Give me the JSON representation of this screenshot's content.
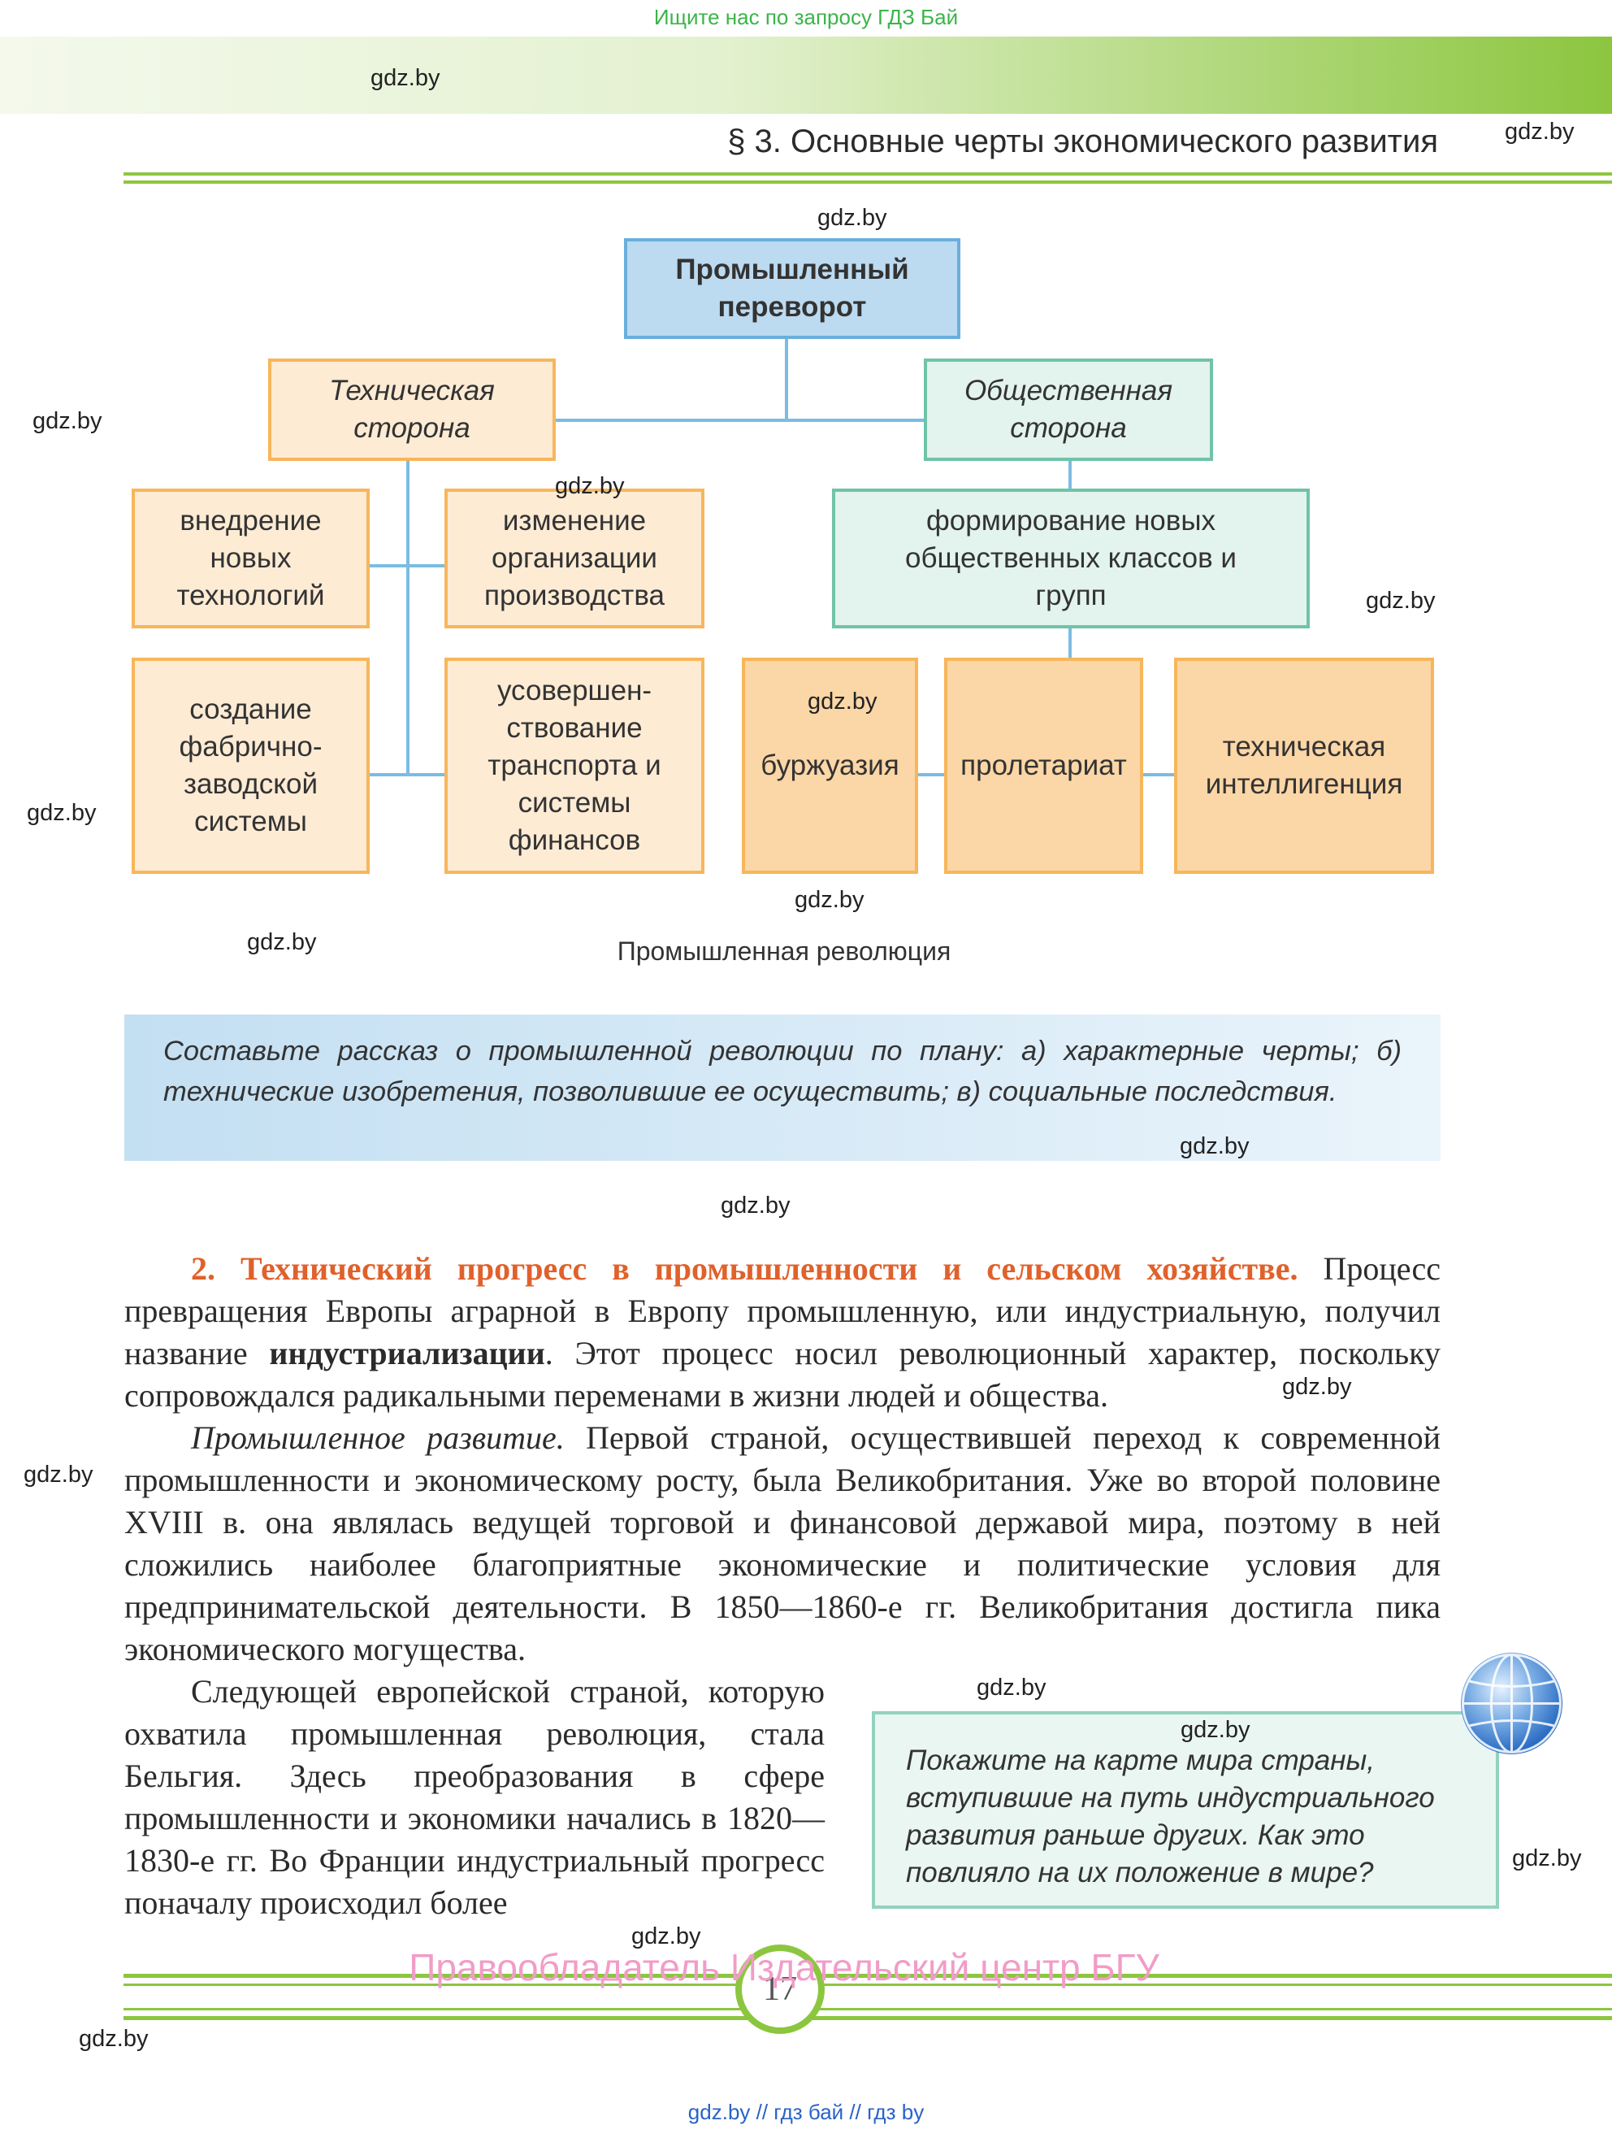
{
  "top_banner": "Ищите нас по запросу ГДЗ Бай",
  "watermark": "gdz.by",
  "section_title": "§ 3. Основные черты экономического развития",
  "diagram": {
    "root": "Промышленный переворот",
    "technical": "Техническая сторона",
    "social": "Общественная сторона",
    "tech_items": [
      "внедрение новых технологий",
      "изменение организации производства",
      "создание фабрично-заводской системы",
      "усовершен-ствование транспорта и системы финансов"
    ],
    "social_item": "формирование новых общественных классов и групп",
    "classes": [
      "буржуазия",
      "пролетариат",
      "техническая интеллигенция"
    ],
    "caption": "Промышленная революция"
  },
  "task": "Составьте рассказ о промышленной революции по плану: а) характерные черты; б) технические изобретения, позволившие ее осуществить; в) социальные последствия.",
  "paragraph2": {
    "heading": "2. Технический прогресс в промышленности и сельском хозяйстве.",
    "text_1": " Процесс превращения Европы аграрной в Европу промышленную, или индустриальную, получил название ",
    "term": "индустриализации",
    "text_2": ". Этот процесс носил революционный характер, поскольку сопровождался радикальными переменами в жизни людей и общества."
  },
  "paragraph3": {
    "lead": "Промышленное развитие.",
    "text": " Первой страной, осуществившей переход к современной промышленности и экономическому росту, была Великобритания. Уже во второй половине XVIII в. она являлась ведущей торговой и финансовой державой мира, поэтому в ней сложились наиболее благоприятные экономические и политические условия для предпринимательской деятельности. В 1850—1860-е гг. Великобритания достигла пика экономического могущества."
  },
  "paragraph4": "Следующей европейской страной, которую охватила промышленная революция, стала Бельгия. Здесь преобразования в сфере промышленности и экономики начались в 1820—1830-е гг. Во Франции индустриальный прогресс поначалу происходил более",
  "question": "Покажите на карте мира страны, вступившие на путь индустриального развития раньше других. Как это повлияло на их положение в мире?",
  "copyright": "Правообладатель Издательский центр БГУ",
  "page_number": "17",
  "footer": "gdz.by  //  гдз бай  //  гдз by"
}
